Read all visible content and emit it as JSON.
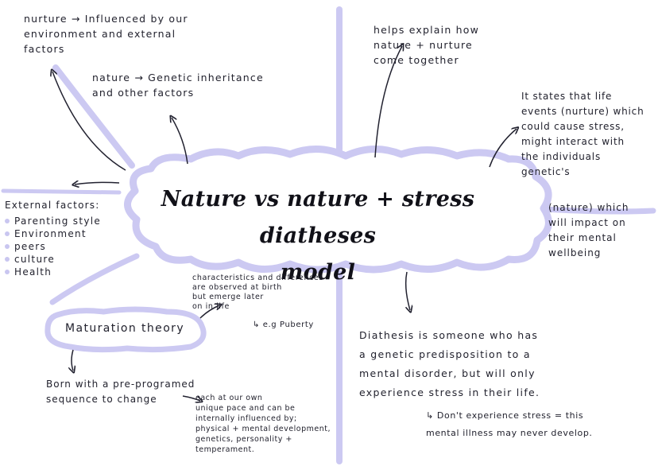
{
  "title": "Nature vs nature + stress diatheses\nmodel",
  "nodes": {
    "nurture_def": "nurture → Influenced by our\nenvironment and external\nfactors",
    "nature_def": "nature → Genetic inheritance\nand other factors",
    "helps_explain": "helps explain how\nnature + nurture\ncome together",
    "states_events": "It states that life\nevents (nurture) which\ncould cause stress,\nmight interact with\nthe individuals\ngenetic's",
    "nature_impact": "(nature) which\nwill impact on\ntheir mental\nwellbeing",
    "external_heading": "External factors:",
    "external_items": [
      "Parenting style",
      "Environment",
      "peers",
      "culture",
      "Health"
    ],
    "characteristics": "characteristics and differences\nare observed at birth\nbut emerge later\non in life",
    "puberty": "↳ e.g Puberty",
    "maturation": "Maturation theory",
    "born_with": "Born with a pre-programed\nsequence to change",
    "each_own": "each at our own\nunique pace and can be\ninternally influenced by;\nphysical + mental development,\ngenetics, personality +\ntemperament.",
    "diathesis": "Diathesis is someone who has\na genetic predisposition to a\nmental disorder, but will only\nexperience stress in their life.",
    "dont_experience": "↳ Don't experience stress = this\nmental illness may never develop."
  },
  "colors": {
    "lines": "#ccc9f2",
    "arrows": "#222230"
  }
}
